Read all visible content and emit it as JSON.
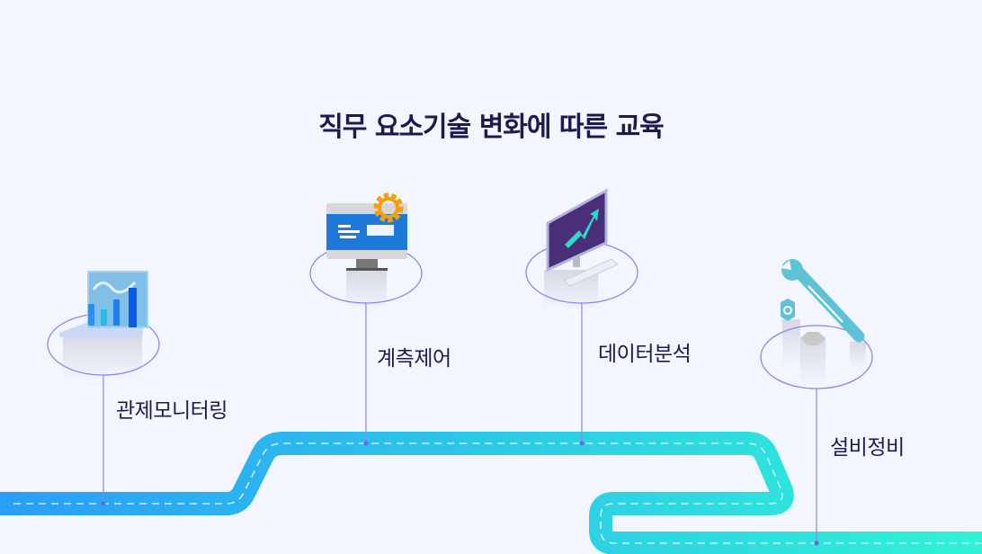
{
  "title": "직무 요소기술 변화에 따른 교육",
  "items": [
    {
      "label": "관제모니터링",
      "icon": "dashboard-chart-icon"
    },
    {
      "label": "계측제어",
      "icon": "monitor-gear-icon"
    },
    {
      "label": "데이터분석",
      "icon": "computer-growth-icon"
    },
    {
      "label": "설비정비",
      "icon": "wrench-nut-icon"
    }
  ],
  "colors": {
    "road_start": "#2a9ef8",
    "road_end": "#2ff3d6",
    "pin": "#8f86e8",
    "text": "#1b1b4d"
  }
}
